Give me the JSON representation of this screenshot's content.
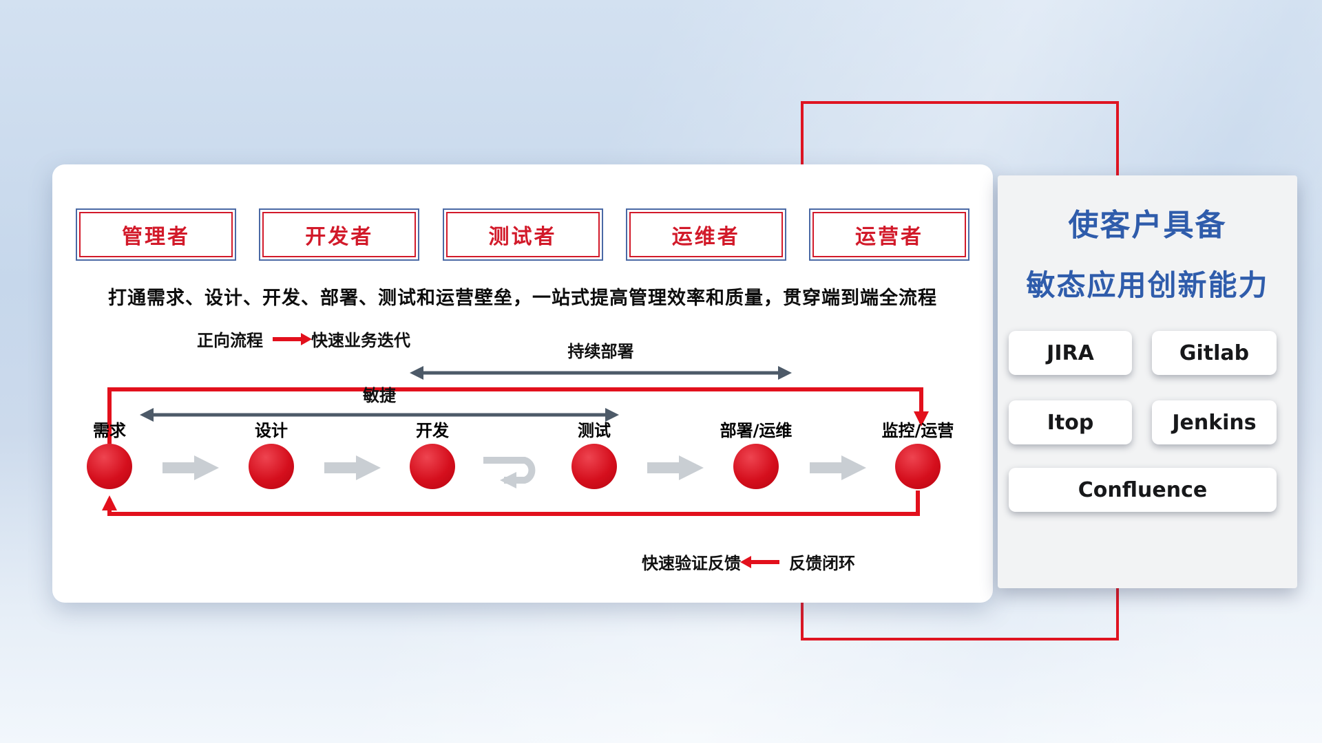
{
  "colors": {
    "accent_red": "#e2101c",
    "node_red": "#d50f1d",
    "border_blue": "#4a69a5",
    "title_blue": "#2f5cab",
    "dark_arrow": "#4d5a68",
    "gray_arrow": "#c9ced3"
  },
  "card": {
    "roles": [
      {
        "label": "管理者"
      },
      {
        "label": "开发者"
      },
      {
        "label": "测试者"
      },
      {
        "label": "运维者"
      },
      {
        "label": "运营者"
      }
    ],
    "description": "打通需求、设计、开发、部署、测试和运营壁垒，一站式提高管理效率和质量，贯穿端到端全流程",
    "forward_legend": {
      "label": "正向流程",
      "value": "快速业务迭代"
    },
    "cd_label": "持续部署",
    "agile_label": "敏捷",
    "nodes": [
      {
        "label": "需求"
      },
      {
        "label": "设计"
      },
      {
        "label": "开发"
      },
      {
        "label": "测试"
      },
      {
        "label": "部署/运维"
      },
      {
        "label": "监控/运营"
      }
    ],
    "feedback_legend": {
      "label": "快速验证反馈",
      "value": "反馈闭环"
    }
  },
  "right_panel": {
    "title_line1": "使客户具备",
    "title_line2": "敏态应用创新能力",
    "tools": [
      {
        "label": "JIRA"
      },
      {
        "label": "Gitlab"
      },
      {
        "label": "Itop"
      },
      {
        "label": "Jenkins"
      },
      {
        "label": "Confluence"
      }
    ]
  }
}
